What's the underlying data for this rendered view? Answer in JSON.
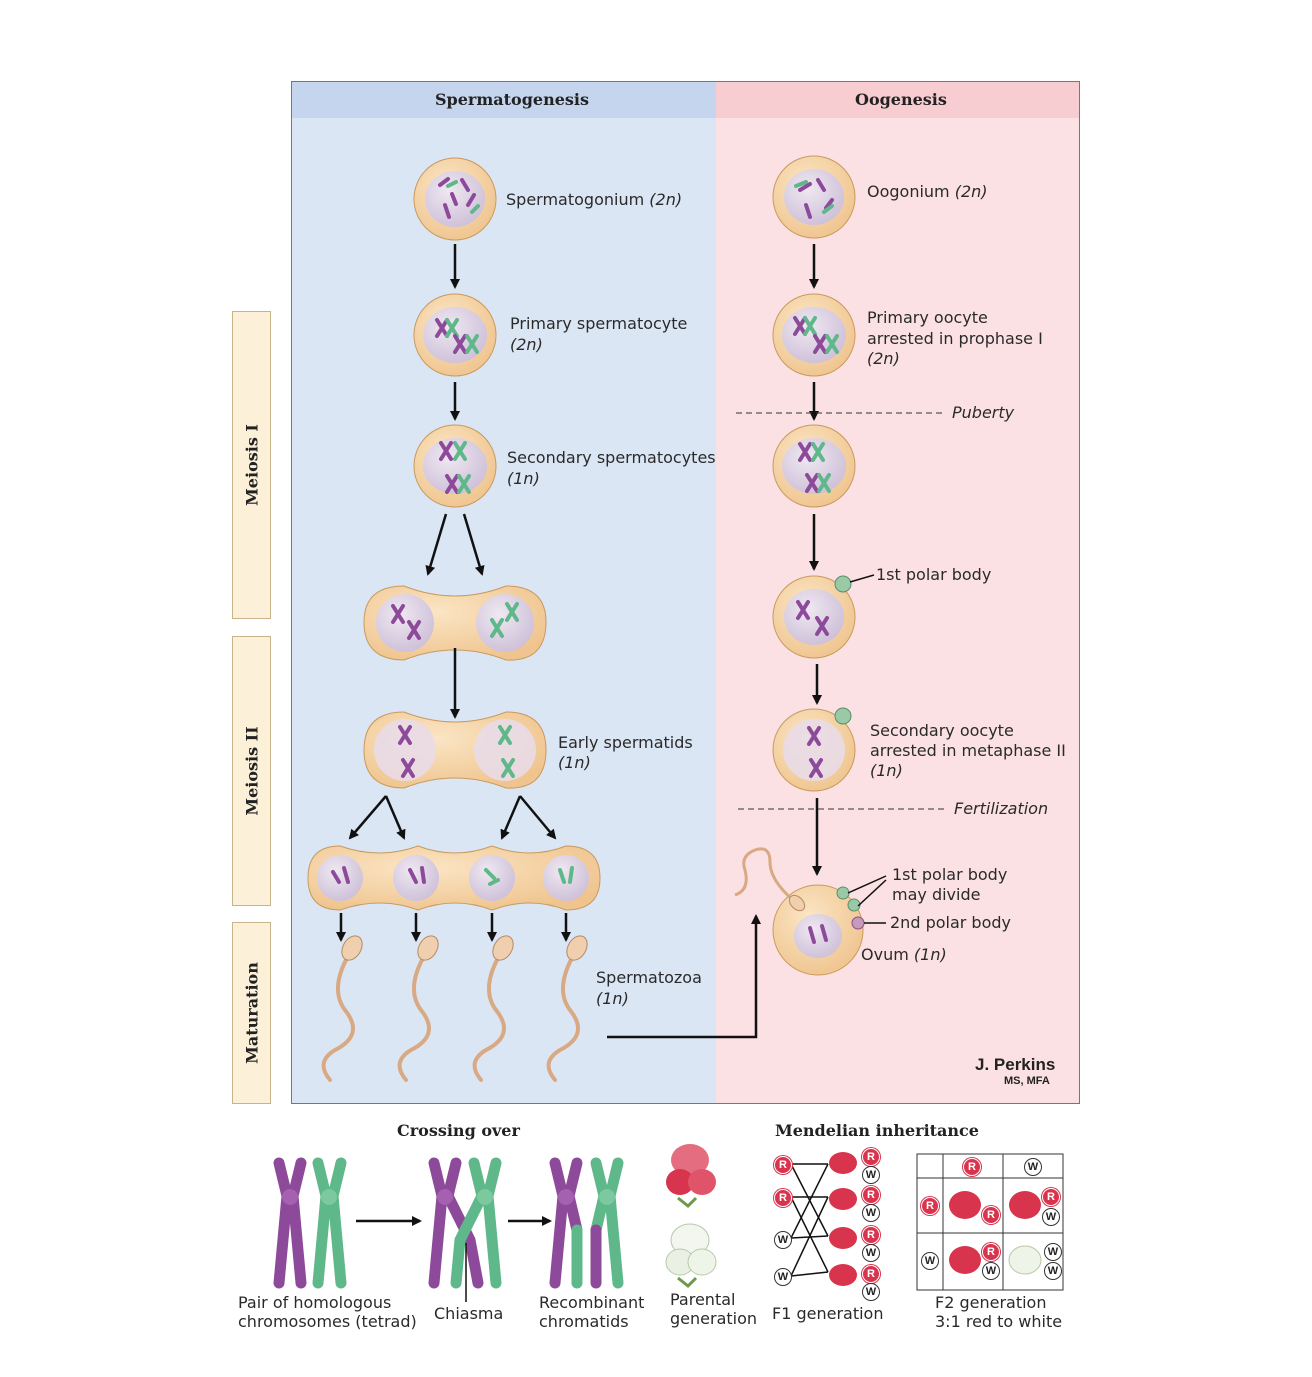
{
  "columns": {
    "left_title": "Spermatogenesis",
    "right_title": "Oogenesis"
  },
  "stages": {
    "meiosis1": "Meiosis I",
    "meiosis2": "Meiosis II",
    "maturation": "Maturation"
  },
  "sperm": {
    "spermatogonium": "Spermatogonium",
    "spermatogonium_ploidy": "(2n)",
    "primary": "Primary spermatocyte",
    "primary_ploidy": "(2n)",
    "secondary": "Secondary spermatocytes",
    "secondary_ploidy": "(1n)",
    "early": "Early spermatids",
    "early_ploidy": "(1n)",
    "spermatozoa": "Spermatozoa",
    "spermatozoa_ploidy": "(1n)"
  },
  "oo": {
    "oogonium": "Oogonium",
    "oogonium_ploidy": "(2n)",
    "primary_l1": "Primary oocyte",
    "primary_l2": "arrested in prophase I",
    "primary_ploidy": "(2n)",
    "puberty": "Puberty",
    "polar1": "1st polar body",
    "secondary_l1": "Secondary oocyte",
    "secondary_l2": "arrested in metaphase II",
    "secondary_ploidy": "(1n)",
    "fertilization": "Fertilization",
    "polar_divide_l1": "1st polar body",
    "polar_divide_l2": "may divide",
    "polar2": "2nd polar body",
    "ovum": "Ovum",
    "ovum_ploidy": "(1n)"
  },
  "signature": {
    "name": "J. Perkins",
    "credentials": "MS, MFA"
  },
  "crossing": {
    "title": "Crossing over",
    "pair_l1": "Pair of homologous",
    "pair_l2": "chromosomes (tetrad)",
    "chiasma": "Chiasma",
    "recomb_l1": "Recombinant",
    "recomb_l2": "chromatids"
  },
  "mendel": {
    "title": "Mendelian inheritance",
    "parental_l1": "Parental",
    "parental_l2": "generation",
    "f1": "F1 generation",
    "f2_l1": "F2 generation",
    "f2_l2": "3:1 red to white",
    "allele_R": "R",
    "allele_W": "W"
  },
  "colors": {
    "left_bg": "#dbe6f4",
    "right_bg": "#fbe1e3",
    "left_header": "#c5d5ee",
    "right_header": "#f8cdd2",
    "cell": "#f5d2a3",
    "nucleus": "#dcd0e4",
    "purple": "#8e4a9a",
    "green": "#5fb88a",
    "red": "#d8344e"
  }
}
